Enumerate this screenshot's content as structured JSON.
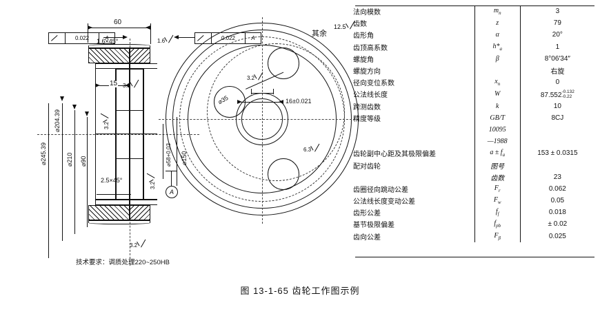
{
  "figure": {
    "caption": "图 13-1-65    齿轮工作图示例"
  },
  "drawing": {
    "general_roughness_note": "其余",
    "general_roughness_value": "12.5",
    "technical_requirement": "技术要求：调质处理220~250HB",
    "section_view": {
      "width_dimension": "60",
      "inner_width_dimension": "15",
      "chamfer_top": "1.6×45°",
      "chamfer_bottom": "2.5×45°",
      "roughness_top": "1.6",
      "roughness_hub": "3.2",
      "roughness_left": "3.2",
      "roughness_right": "3.2",
      "roughness_bottom": "3.2",
      "roughness_bore": "3.2",
      "datum_label": "A",
      "diameters": [
        "⌀245.39",
        "⌀204.39",
        "⌀210",
        "⌀90",
        "⌀150",
        "⌀58+0.03"
      ],
      "tolerance_frames": [
        {
          "symbol": "run-out",
          "value": "0.022",
          "datum": "A"
        },
        {
          "symbol": "run-out",
          "value": "0.022",
          "datum": "A"
        }
      ]
    },
    "circular_view": {
      "hole_diameter": "⌀35",
      "keyway_dimension": "16±0.021",
      "roughness_keyway": "6.3",
      "roughness_face": "3.2"
    }
  },
  "spec_table": {
    "rows": [
      {
        "name": "法向模数",
        "symbol": "m",
        "symbol_sub": "n",
        "value": "3"
      },
      {
        "name": "齿数",
        "symbol": "z",
        "symbol_sub": "",
        "value": "79"
      },
      {
        "name": "齿形角",
        "symbol": "α",
        "symbol_sub": "",
        "value": "20°"
      },
      {
        "name": "齿顶高系数",
        "symbol": "h*",
        "symbol_sub": "a",
        "value": "1"
      },
      {
        "name": "螺旋角",
        "symbol": "β",
        "symbol_sub": "",
        "value": "8°06′34″"
      },
      {
        "name": "螺旋方向",
        "symbol": "",
        "symbol_sub": "",
        "value": "右旋"
      },
      {
        "name": "径向变位系数",
        "symbol": "x",
        "symbol_sub": "n",
        "value": "0"
      },
      {
        "name": "公法线长度",
        "symbol": "W",
        "symbol_sub": "",
        "value": "87.552",
        "value_sup": "-0.132",
        "value_sub": "-0.22"
      },
      {
        "name": "跨测齿数",
        "symbol": "k",
        "symbol_sub": "",
        "value": "10"
      },
      {
        "name": "精度等级",
        "symbol": "GB/T",
        "symbol_sub": "",
        "value": "8CJ"
      },
      {
        "name": "",
        "symbol": "10095",
        "symbol_sub": "",
        "value": ""
      },
      {
        "name": "",
        "symbol": "—1988",
        "symbol_sub": "",
        "value": ""
      },
      {
        "name": "齿轮副中心距及其极限偏差",
        "symbol": "a ± f",
        "symbol_sub": "a",
        "value": "153 ± 0.0315"
      },
      {
        "name": "配对齿轮",
        "symbol": "图号",
        "symbol_sub": "",
        "value": ""
      },
      {
        "name": "",
        "symbol": "齿数",
        "symbol_sub": "",
        "value": "23"
      },
      {
        "name": "齿圈径向跳动公差",
        "symbol": "F",
        "symbol_sub": "r",
        "value": "0.062"
      },
      {
        "name": "公法线长度变动公差",
        "symbol": "F",
        "symbol_sub": "w",
        "value": "0.05"
      },
      {
        "name": "齿形公差",
        "symbol": "f",
        "symbol_sub": "f",
        "value": "0.018"
      },
      {
        "name": "基节极限偏差",
        "symbol": "f",
        "symbol_sub": "pb",
        "value": "± 0.02"
      },
      {
        "name": "齿向公差",
        "symbol": "F",
        "symbol_sub": "β",
        "value": "0.025"
      }
    ]
  }
}
